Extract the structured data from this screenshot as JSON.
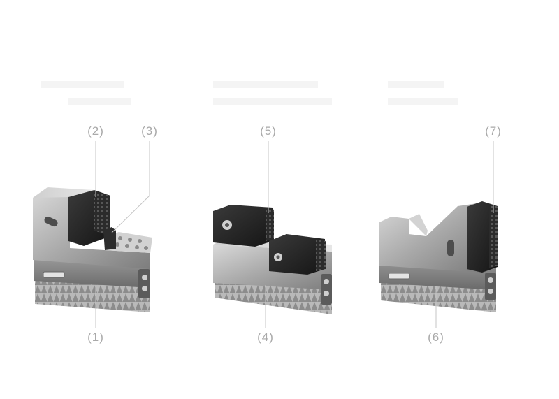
{
  "callouts": {
    "c1": "(1)",
    "c2": "(2)",
    "c3": "(3)",
    "c4": "(4)",
    "c5": "(5)",
    "c6": "(6)",
    "c7": "(7)"
  },
  "colors": {
    "background": "#ffffff",
    "callout_text": "#a9a9a9",
    "leader_line": "#c4c4c4",
    "steel": "#a8a8a8",
    "black_insert": "#2a2a2a"
  }
}
